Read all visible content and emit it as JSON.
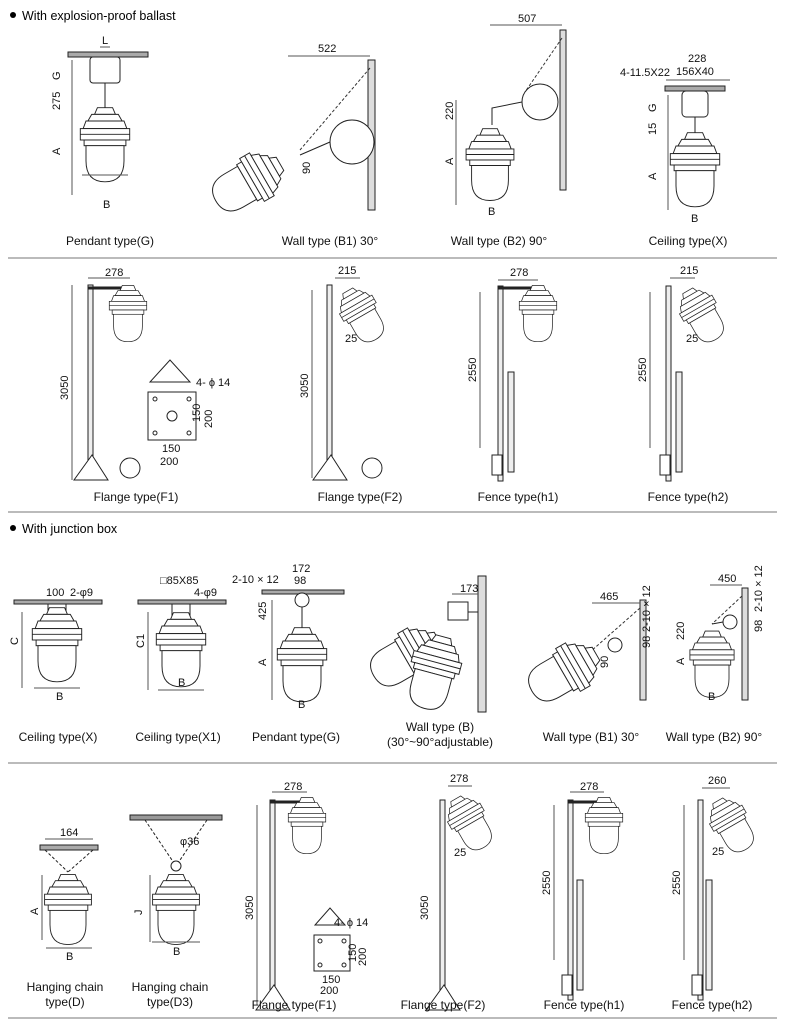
{
  "sections": {
    "ballast": "With explosion-proof ballast",
    "junction": "With junction box"
  },
  "captions": {
    "r1": [
      "Pendant type(G)",
      "Wall type (B1) 30°",
      "Wall type (B2) 90°",
      "Ceiling type(X)"
    ],
    "r2": [
      "Flange type(F1)",
      "Flange type(F2)",
      "Fence type(h1)",
      "Fence type(h2)"
    ],
    "r3": [
      "Ceiling type(X)",
      "Ceiling type(X1)",
      "Pendant type(G)",
      "Wall type (B)",
      "(30°~90°adjustable)",
      "Wall type (B1) 30°",
      "Wall type (B2) 90°"
    ],
    "r4": [
      "Hanging chain",
      "type(D)",
      "Hanging chain",
      "type(D3)",
      "Flange type(F1)",
      "Flange type(F2)",
      "Fence type(h1)",
      "Fence type(h2)"
    ]
  },
  "dims": {
    "r1": {
      "l": "L",
      "g": "G",
      "d275": "275",
      "a": "A",
      "b": "B",
      "d522": "522",
      "d90": "90",
      "d507": "507",
      "d220": "220",
      "a2": "A",
      "b2": "B",
      "d228": "228",
      "d156": "156X40",
      "d411": "4-11.5X22",
      "g2": "G",
      "d15": "15",
      "a3": "A",
      "b3": "B"
    },
    "r2": {
      "d278": "278",
      "d3050": "3050",
      "d4phi": "4- ϕ 14",
      "d150v": "150",
      "d200v": "200",
      "d150h": "150",
      "d200h": "200",
      "d215": "215",
      "d3050b": "3050",
      "d25": "25",
      "d278b": "278",
      "d2550": "2550",
      "d215b": "215",
      "d2550b": "2550",
      "d25b": "25"
    },
    "r3": {
      "d100": "100",
      "d2phi9": "2-φ9",
      "c": "C",
      "b1": "B",
      "d85": "□85X85",
      "d4phi9": "4-φ9",
      "c1": "C1",
      "b2": "B",
      "d2x10": "2-10 × 12",
      "d172": "172",
      "d98": "98",
      "d425": "425",
      "a": "A",
      "b3": "B",
      "d173": "173",
      "d465": "465",
      "d2x10b": "2-10 × 12",
      "d90": "90",
      "d98b": "98",
      "d450": "450",
      "d2x10c": "2-10 × 12",
      "d220": "220",
      "d98c": "98",
      "a2": "A",
      "b4": "B"
    },
    "r4": {
      "d164": "164",
      "a": "A",
      "b1": "B",
      "phi36": "φ36",
      "j": "J",
      "b2": "B",
      "d278": "278",
      "d3050": "3050",
      "d4phi": "4- ϕ 14",
      "d150v": "150",
      "d200v": "200",
      "d150h": "150",
      "d200h": "200",
      "d278b": "278",
      "d3050b": "3050",
      "d25": "25",
      "d278c": "278",
      "d2550": "2550",
      "d260": "260",
      "d2550b": "2550",
      "d25b": "25"
    }
  }
}
